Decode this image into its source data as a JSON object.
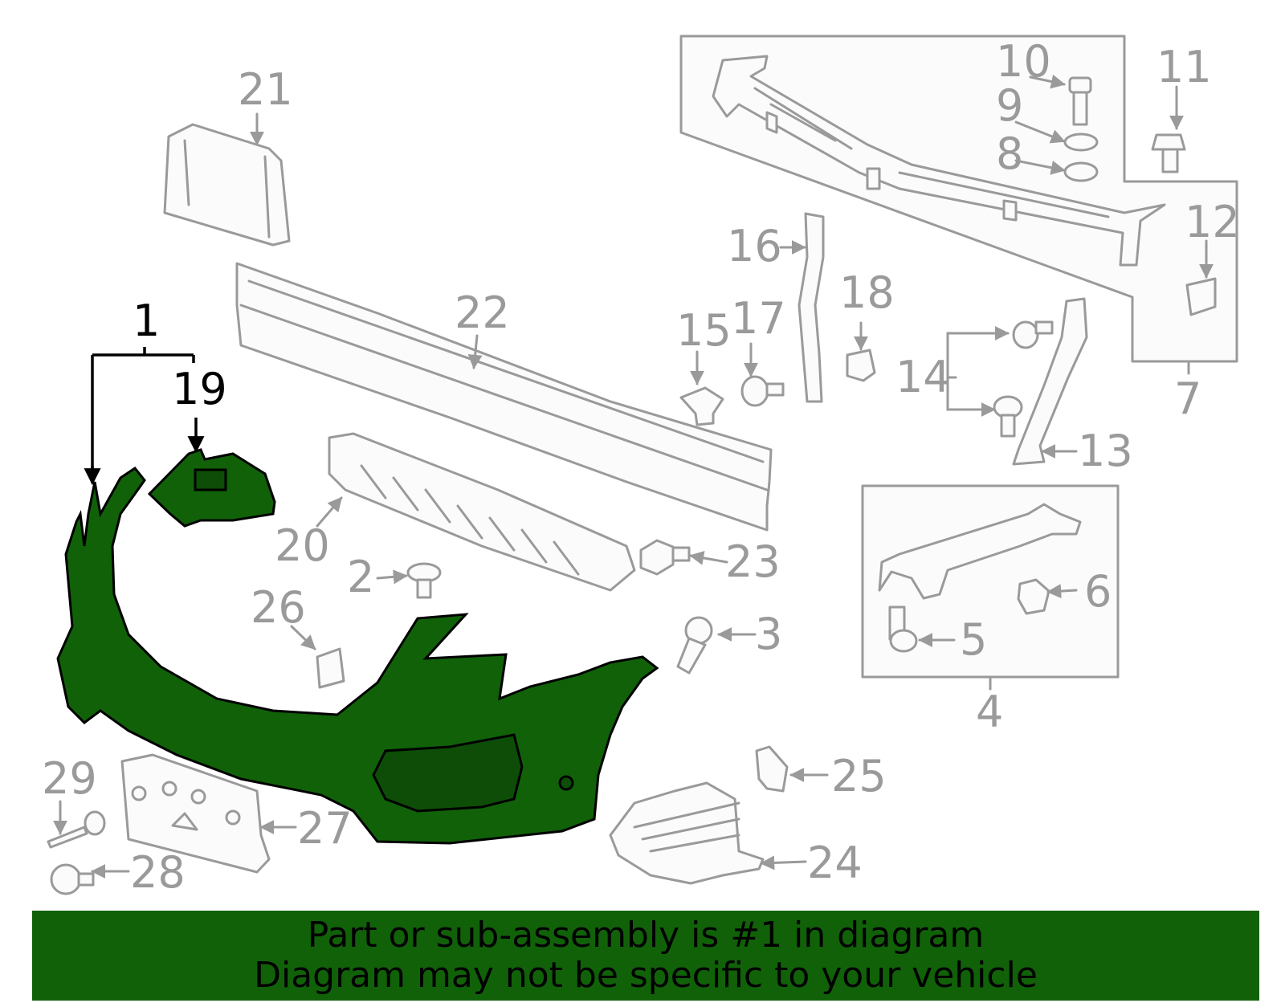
{
  "callouts": {
    "p1": "1",
    "p2": "2",
    "p3": "3",
    "p4": "4",
    "p5": "5",
    "p6": "6",
    "p7": "7",
    "p8": "8",
    "p9": "9",
    "p10": "10",
    "p11": "11",
    "p12": "12",
    "p13": "13",
    "p14": "14",
    "p15": "15",
    "p16": "16",
    "p17": "17",
    "p18": "18",
    "p19": "19",
    "p20": "20",
    "p21": "21",
    "p22": "22",
    "p23": "23",
    "p24": "24",
    "p25": "25",
    "p26": "26",
    "p27": "27",
    "p28": "28",
    "p29": "29"
  },
  "highlight": {
    "part": "1",
    "color": "#116109"
  },
  "banner": {
    "line1": "Part or sub-assembly is #1 in diagram",
    "line2": "Diagram may not be specific to your vehicle"
  }
}
